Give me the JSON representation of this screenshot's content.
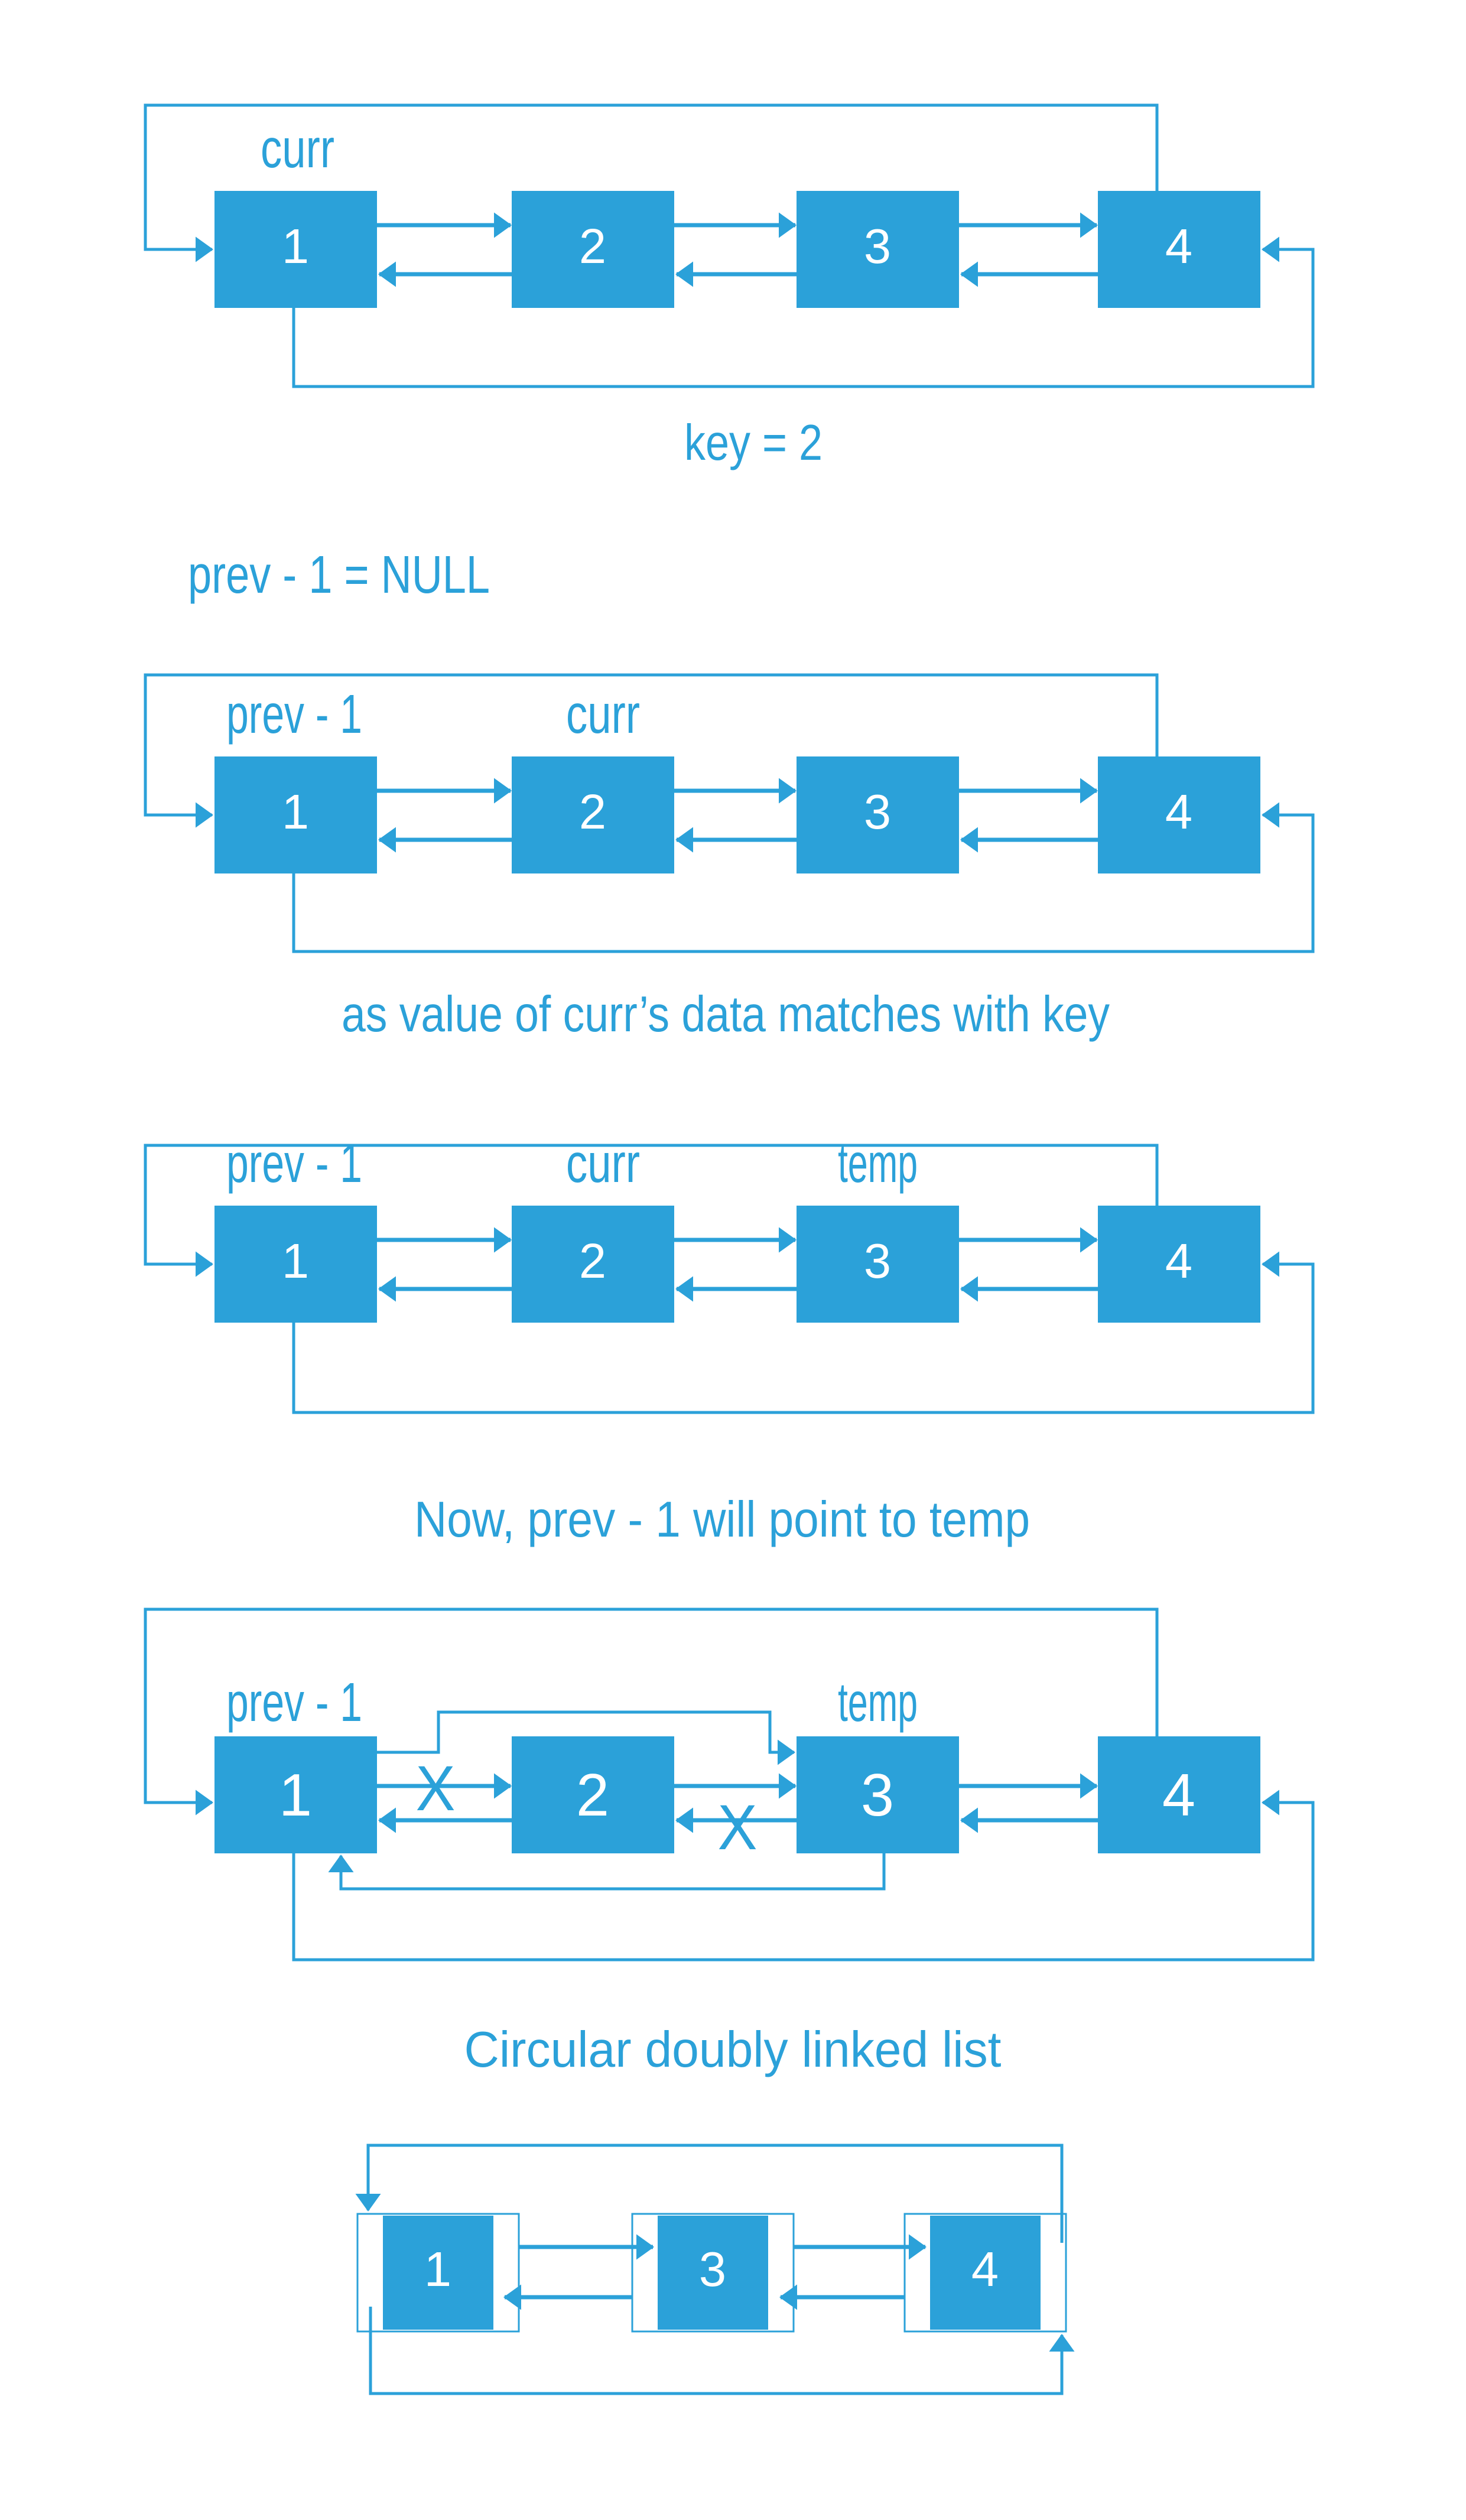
{
  "figure": {
    "title_semantic": "Deletion of node 2 from a circular doubly linked list",
    "background": "#FFFFFF",
    "accent": "#2BA1D9",
    "node_text_color": "#FFFFFF"
  },
  "step1": {
    "pointer_curr": "curr",
    "nodes": [
      "1",
      "2",
      "3",
      "4"
    ],
    "caption": "key = 2"
  },
  "null_note": "prev - 1 = NULL",
  "step2": {
    "pointer_prev": "prev - 1",
    "pointer_curr": "curr",
    "nodes": [
      "1",
      "2",
      "3",
      "4"
    ],
    "caption": "as value of curr’s data matches with key"
  },
  "step3": {
    "pointer_prev": "prev - 1",
    "pointer_curr": "curr",
    "pointer_temp": "temp",
    "nodes": [
      "1",
      "2",
      "3",
      "4"
    ],
    "caption": "Now, prev - 1 will point to temp"
  },
  "step4": {
    "pointer_prev": "prev - 1",
    "pointer_temp": "temp",
    "nodes": [
      "1",
      "2",
      "3",
      "4"
    ],
    "broken_mark": "X",
    "caption": "Circular doubly linked list"
  },
  "step5": {
    "nodes": [
      "1",
      "3",
      "4"
    ]
  }
}
